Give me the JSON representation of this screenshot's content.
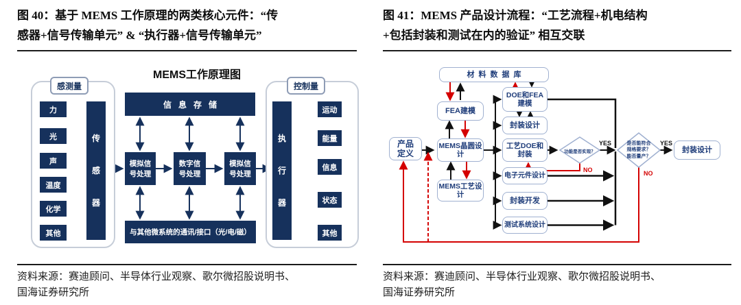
{
  "colors": {
    "navy": "#16315c",
    "red": "#d40000",
    "box_border": "#9fb0d0",
    "box_text": "#1f3d7a"
  },
  "fig40": {
    "title": "图 40：基于 MEMS 工作原理的两类核心元件：“传\n感器+信号传输单元” & “执行器+信号传输单元”",
    "source": "资料来源：赛迪顾问、半导体行业观察、歌尔微招股说明书、\n国海证券研究所",
    "diagram": {
      "title": "MEMS工作原理图",
      "sense_label": "感测量",
      "control_label": "控制量",
      "sensor_block": "传\n感\n器",
      "actuator_block": "执\n行\n器",
      "inputs": [
        "力",
        "光",
        "声",
        "温度",
        "化学",
        "其他"
      ],
      "outputs": [
        "运动",
        "能量",
        "信息",
        "状态",
        "其他"
      ],
      "info_storage": "信息存储",
      "proc1": "模拟信\n号处理",
      "proc2": "数字信\n号处理",
      "proc3": "模拟信\n号处理",
      "comm": "与其他微系统的通讯/接口（光/电/磁）"
    }
  },
  "fig41": {
    "title": "图 41：MEMS 产品设计流程：“工艺流程+机电结构\n+包括封装和测试在内的验证” 相互交联",
    "source": "资料来源：赛迪顾问、半导体行业观察、歌尔微招股说明书、\n国海证券研究所",
    "flow": {
      "material_db": "材料数据库",
      "fea": "FEA建模",
      "doe_fea": "DOE和FEA\n建模",
      "pkg_design_top": "封装设计",
      "process_doe": "工艺DOE和\n封装",
      "product_def": "产品\n定义",
      "mems_wafer": "MEMS晶圆设\n计",
      "mems_process": "MEMS工艺设\n计",
      "electronics": "电子元件设计",
      "pkg_dev": "封装开发",
      "test_system": "测试系统设计",
      "decision1": "功能是否实现？",
      "decision2": "是否能符合\n规格要求？\n能否量产？",
      "pkg_design_right": "封装设计",
      "yes1": "YES",
      "yes2": "YES",
      "no1": "NO",
      "no2": "NO"
    }
  }
}
